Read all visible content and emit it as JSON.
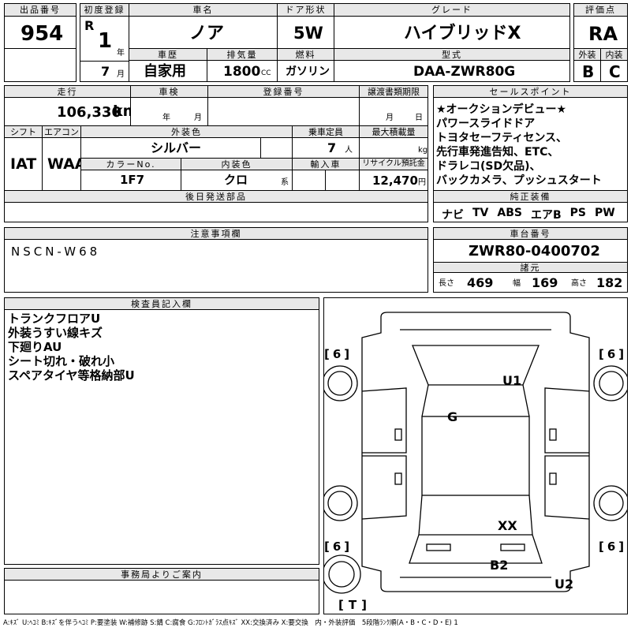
{
  "header": {
    "lot_no": {
      "label": "出品番号",
      "value": "954"
    },
    "first_reg": {
      "label": "初度登録",
      "era": "R",
      "year": "1",
      "year_unit": "年",
      "month": "7",
      "month_unit": "月"
    },
    "model": {
      "label": "車名",
      "value": "ノア"
    },
    "doors": {
      "label": "ドア形状",
      "value": "5W"
    },
    "grade": {
      "label": "グレード",
      "value": "ハイブリッドX"
    },
    "score": {
      "label": "評価点",
      "value": "RA"
    },
    "history": {
      "label": "車歴",
      "value": "自家用"
    },
    "displacement": {
      "label": "排気量",
      "value": "1800",
      "unit": "CC"
    },
    "fuel": {
      "label": "燃料",
      "value": "ガソリン"
    },
    "type_code": {
      "label": "型式",
      "value": "DAA-ZWR80G"
    },
    "exterior_grade": {
      "label": "外装",
      "value": "B"
    },
    "interior_grade": {
      "label": "内装",
      "value": "C"
    }
  },
  "row2": {
    "mileage": {
      "label": "走行",
      "value": "106,330",
      "unit": "km"
    },
    "inspection": {
      "label": "車検",
      "year_unit": "年",
      "month_unit": "月"
    },
    "plate": {
      "label": "登録番号"
    },
    "transfer_deadline": {
      "label": "譲渡書類期限",
      "month_unit": "月",
      "day_unit": "日"
    },
    "shift": {
      "label": "シフト",
      "value": "IAT"
    },
    "aircon": {
      "label": "エアコン",
      "value": "WAA"
    },
    "color": {
      "label": "外装色",
      "value": "シルバー"
    },
    "capacity": {
      "label": "乗車定員",
      "value": "7",
      "unit": "人"
    },
    "max_load": {
      "label": "最大積載量",
      "unit": "kg"
    },
    "color_no": {
      "label": "カラーNo.",
      "value": "1F7"
    },
    "interior_color": {
      "label": "内装色",
      "value": "クロ",
      "unit": "系"
    },
    "import": {
      "label": "輸入車"
    },
    "recycle": {
      "label": "リサイクル預託金",
      "value": "12,470",
      "unit": "円"
    },
    "later_parts": {
      "label": "後日発送部品"
    }
  },
  "selling_points": {
    "label": "セールスポイント",
    "lines": [
      "★オークションデビュー★",
      "パワースライドドア",
      "トヨタセーフティセンス、",
      "先行車発進告知、ETC、",
      "ドラレコ(SD欠品)、",
      "バックカメラ、プッシュスタート"
    ]
  },
  "equipment": {
    "label": "純正装備",
    "items": [
      "ナビ",
      "TV",
      "ABS",
      "エアB",
      "PS",
      "PW"
    ]
  },
  "notes": {
    "label": "注意事項欄",
    "value": "NSCN-W68"
  },
  "chassis": {
    "label": "車台番号",
    "value": "ZWR80-0400702"
  },
  "specs": {
    "label": "諸元",
    "length_label": "長さ",
    "length": "469",
    "width_label": "幅",
    "width": "169",
    "height_label": "高さ",
    "height": "182"
  },
  "inspector": {
    "label": "検査員記入欄",
    "lines": [
      "トランクフロアU",
      "外装うすい線キズ",
      "下廻りAU",
      "シート切れ・破れ小",
      "スペアタイヤ等格納部U"
    ]
  },
  "diagram": {
    "tires": [
      "6",
      "6",
      "6",
      "6"
    ],
    "spare_marker": "T",
    "marks": [
      "U1",
      "G",
      "XX",
      "B2",
      "U2"
    ]
  },
  "office": {
    "label": "事務局よりご案内"
  },
  "legend": "A:ｷｽﾞ U:ﾍｺﾐ B:ｷｽﾞを伴うﾍｺﾐ P:要塗装 W:補修跡 S:錆 C:腐食 G:ﾌﾛﾝﾄｶﾞﾗｽ点ｷｽﾞ XX:交換済み X:要交換　内・外装評価　5段階ﾗﾝｸ順(A・B・C・D・E) 1"
}
